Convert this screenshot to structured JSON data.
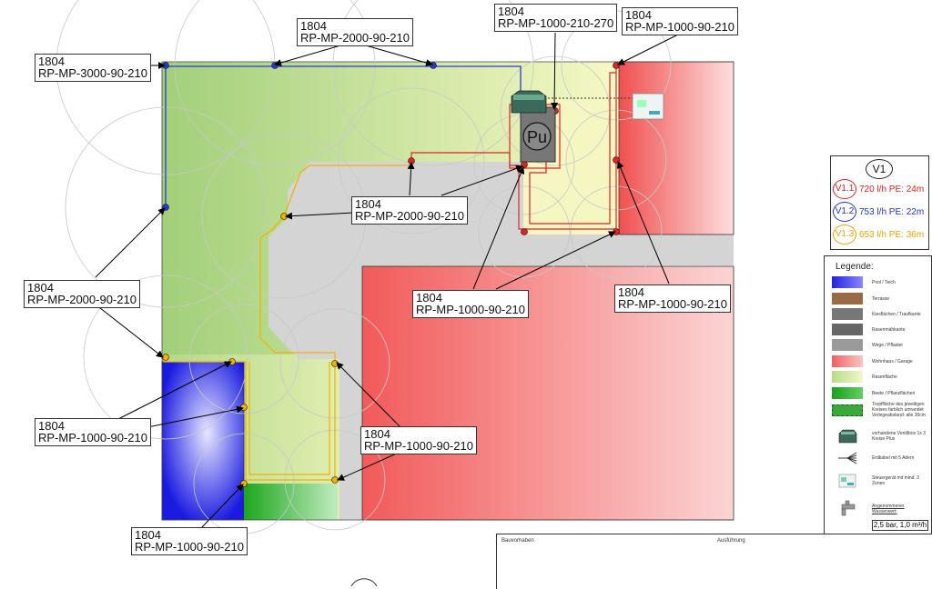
{
  "callouts": [
    {
      "id": "c1",
      "code": "1804",
      "model": "RP-MP-2000-90-210"
    },
    {
      "id": "c2",
      "code": "1804",
      "model": "RP-MP-1000-210-270"
    },
    {
      "id": "c3",
      "code": "1804",
      "model": "RP-MP-1000-90-210"
    },
    {
      "id": "c4",
      "code": "1804",
      "model": "RP-MP-3000-90-210"
    },
    {
      "id": "c5",
      "code": "1804",
      "model": "RP-MP-2000-90-210"
    },
    {
      "id": "c6",
      "code": "1804",
      "model": "RP-MP-2000-90-210"
    },
    {
      "id": "c7",
      "code": "1804",
      "model": "RP-MP-1000-90-210"
    },
    {
      "id": "c8",
      "code": "1804",
      "model": "RP-MP-1000-90-210"
    },
    {
      "id": "c9",
      "code": "1804",
      "model": "RP-MP-1000-90-210"
    },
    {
      "id": "c10",
      "code": "1804",
      "model": "RP-MP-1000-90-210"
    },
    {
      "id": "c11",
      "code": "1804",
      "model": "RP-MP-1000-90-210"
    }
  ],
  "pump_label": "Pu",
  "circuits": {
    "header": "V1",
    "rows": [
      {
        "badge": "V1.1",
        "text": "720 l/h PE: 24m",
        "color": "#e02020"
      },
      {
        "badge": "V1.2",
        "text": "753 l/h PE: 22m",
        "color": "#2030d0"
      },
      {
        "badge": "V1.3",
        "text": "653 l/h PE: 36m",
        "color": "#f0a000"
      }
    ]
  },
  "legend": {
    "title": "Legende:",
    "items": [
      {
        "label": "Pool / Teich",
        "color": "#3a3ae8",
        "icon": ""
      },
      {
        "label": "Terrasse",
        "color": "#9a6a45",
        "icon": ""
      },
      {
        "label": "Kiesflächen / Traufkante",
        "color": "#777777",
        "icon": ""
      },
      {
        "label": "Rasenmähkante",
        "color": "#666666",
        "icon": ""
      },
      {
        "label": "Wege / Pflaster",
        "color": "#9a9a9a",
        "icon": ""
      },
      {
        "label": "Wohnhaus / Garage",
        "color": "#f07070",
        "icon": ""
      },
      {
        "label": "Rasenfläche",
        "color": "#cfe8a0",
        "icon": ""
      },
      {
        "label": "Beete / Pflanzflächen",
        "color": "#22aa33",
        "icon": ""
      },
      {
        "label": "Tropffläche des jeweiligen Kreises farblich umrandet Verlegeabstand: alle 30cm",
        "color": "#55b855",
        "icon": ""
      },
      {
        "label": "vorhandene Ventilbox 1x 3 Kreise Plus",
        "color": "",
        "icon": "valve-box-icon"
      },
      {
        "label": "Erdkabel mit 5 Adern",
        "color": "",
        "icon": "cable-icon"
      },
      {
        "label": "Steuergerät mit mind. 3 Zonen",
        "color": "",
        "icon": "controller-icon"
      },
      {
        "label": "Angenommener Wasserwert:",
        "color": "",
        "icon": "faucet-icon"
      }
    ],
    "water_value": "2,5 bar, 1,0 m³/h"
  },
  "title_block": {
    "client_label": "Bauvorhaben",
    "execution_label": "Ausführung"
  }
}
